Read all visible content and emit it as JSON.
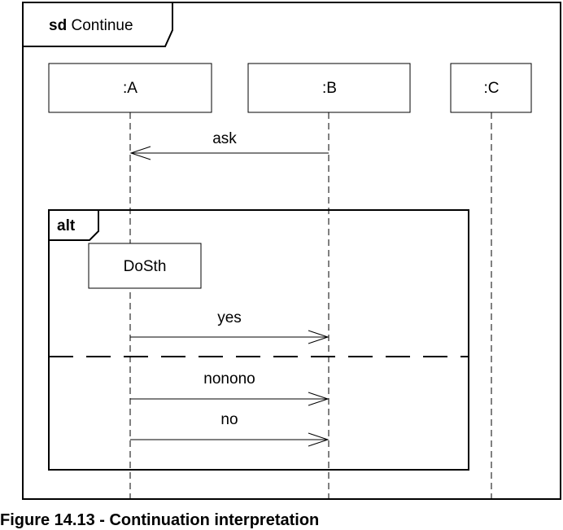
{
  "frame": {
    "keyword": "sd",
    "name": "Continue"
  },
  "lifelines": [
    {
      "label": ":A"
    },
    {
      "label": ":B"
    },
    {
      "label": ":C"
    }
  ],
  "messages": {
    "ask": "ask",
    "yes": "yes",
    "nonono": "nonono",
    "no": "no"
  },
  "fragment": {
    "operator": "alt"
  },
  "state_box": {
    "label": "DoSth"
  },
  "caption": "Figure 14.13 - Continuation interpretation"
}
